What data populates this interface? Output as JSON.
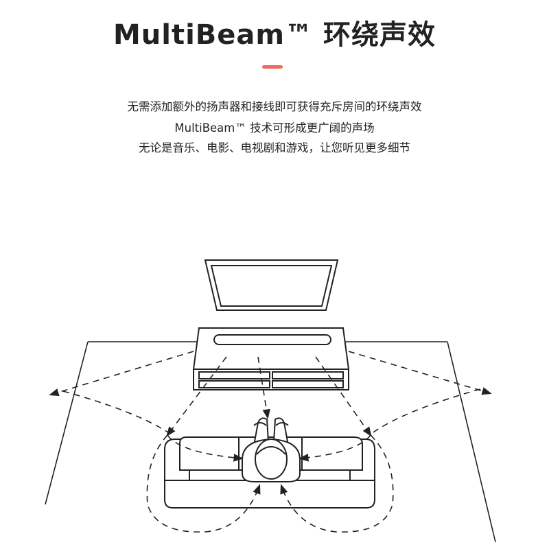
{
  "header": {
    "title": "MultiBeam™ 环绕声效",
    "accent_color": "#ef6b5b"
  },
  "description": {
    "lines": [
      "无需添加额外的扬声器和接线即可获得充斥房间的环绕声效",
      "MultiBeam™ 技术可形成更广阔的声场",
      "无论是音乐、电影、电视剧和游戏，让您听见更多细节"
    ]
  },
  "illustration": {
    "items": [
      "tv-icon",
      "soundbar-icon",
      "tv-stand-icon",
      "sofa-icon",
      "listener-icon",
      "sound-beam-arrows"
    ],
    "line_color": "#222222"
  }
}
